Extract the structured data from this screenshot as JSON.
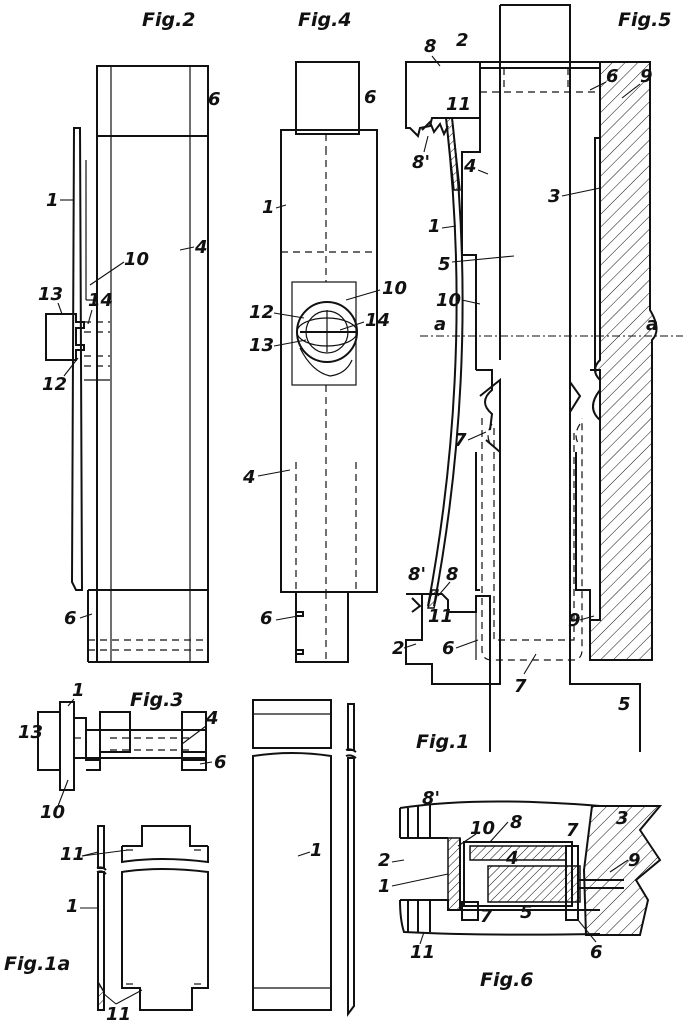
{
  "figures": {
    "fig1": "Fig.1",
    "fig1a": "Fig.1a",
    "fig2": "Fig.2",
    "fig3": "Fig.3",
    "fig4": "Fig.4",
    "fig5": "Fig.5",
    "fig6": "Fig.6"
  },
  "refs": {
    "r1": "1",
    "r2": "2",
    "r3": "3",
    "r4": "4",
    "r5": "5",
    "r6": "6",
    "r7": "7",
    "r8": "8",
    "r8p": "8'",
    "r9": "9",
    "r10": "10",
    "r11": "11",
    "r12": "12",
    "r13": "13",
    "r14": "14",
    "ra": "a"
  }
}
